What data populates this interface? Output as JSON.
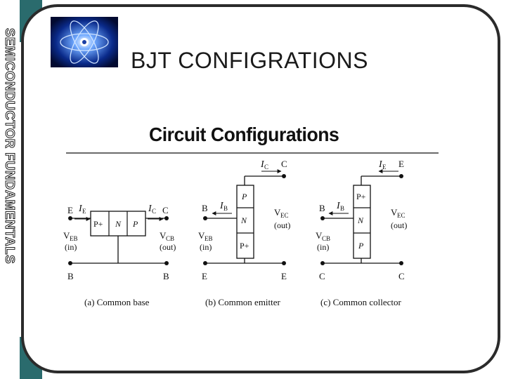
{
  "side_banner": {
    "text": "SEMICONDUCTOR FUNDAMENTALS"
  },
  "logo": {
    "icon": "atom-logo-icon"
  },
  "slide": {
    "title": "BJT CONFIGRATIONS"
  },
  "figure": {
    "title": "Circuit Configurations",
    "base": {
      "caption": "(a) Common base",
      "terminals": {
        "left_top": "E",
        "right_top": "C",
        "left_bottom": "B",
        "right_bottom": "B"
      },
      "currents": {
        "left": "I",
        "left_sub": "E",
        "right": "I",
        "right_sub": "C"
      },
      "layers": [
        "P+",
        "N",
        "P"
      ],
      "voltages": {
        "left": "V",
        "left_sub": "EB",
        "left_tag": "(in)",
        "right": "V",
        "right_sub": "CB",
        "right_tag": "(out)"
      }
    },
    "emitter": {
      "caption": "(b) Common emitter",
      "terminals": {
        "top": "C",
        "left": "B",
        "bottom_left": "E",
        "bottom_right": "E"
      },
      "currents": {
        "top": "I",
        "top_sub": "C",
        "left": "I",
        "left_sub": "B"
      },
      "layers": [
        "P",
        "N",
        "P+"
      ],
      "voltages": {
        "left": "V",
        "left_sub": "EB",
        "left_tag": "(in)",
        "right": "V",
        "right_sub": "EC",
        "right_tag": "(out)"
      }
    },
    "collector": {
      "caption": "(c) Common collector",
      "terminals": {
        "top": "E",
        "left": "B",
        "bottom_left": "C",
        "bottom_right": "C"
      },
      "currents": {
        "top": "I",
        "top_sub": "E",
        "left": "I",
        "left_sub": "B"
      },
      "layers": [
        "P+",
        "N",
        "P"
      ],
      "voltages": {
        "left": "V",
        "left_sub": "CB",
        "left_tag": "(in)",
        "right": "V",
        "right_sub": "EC",
        "right_tag": "(out)"
      }
    }
  }
}
